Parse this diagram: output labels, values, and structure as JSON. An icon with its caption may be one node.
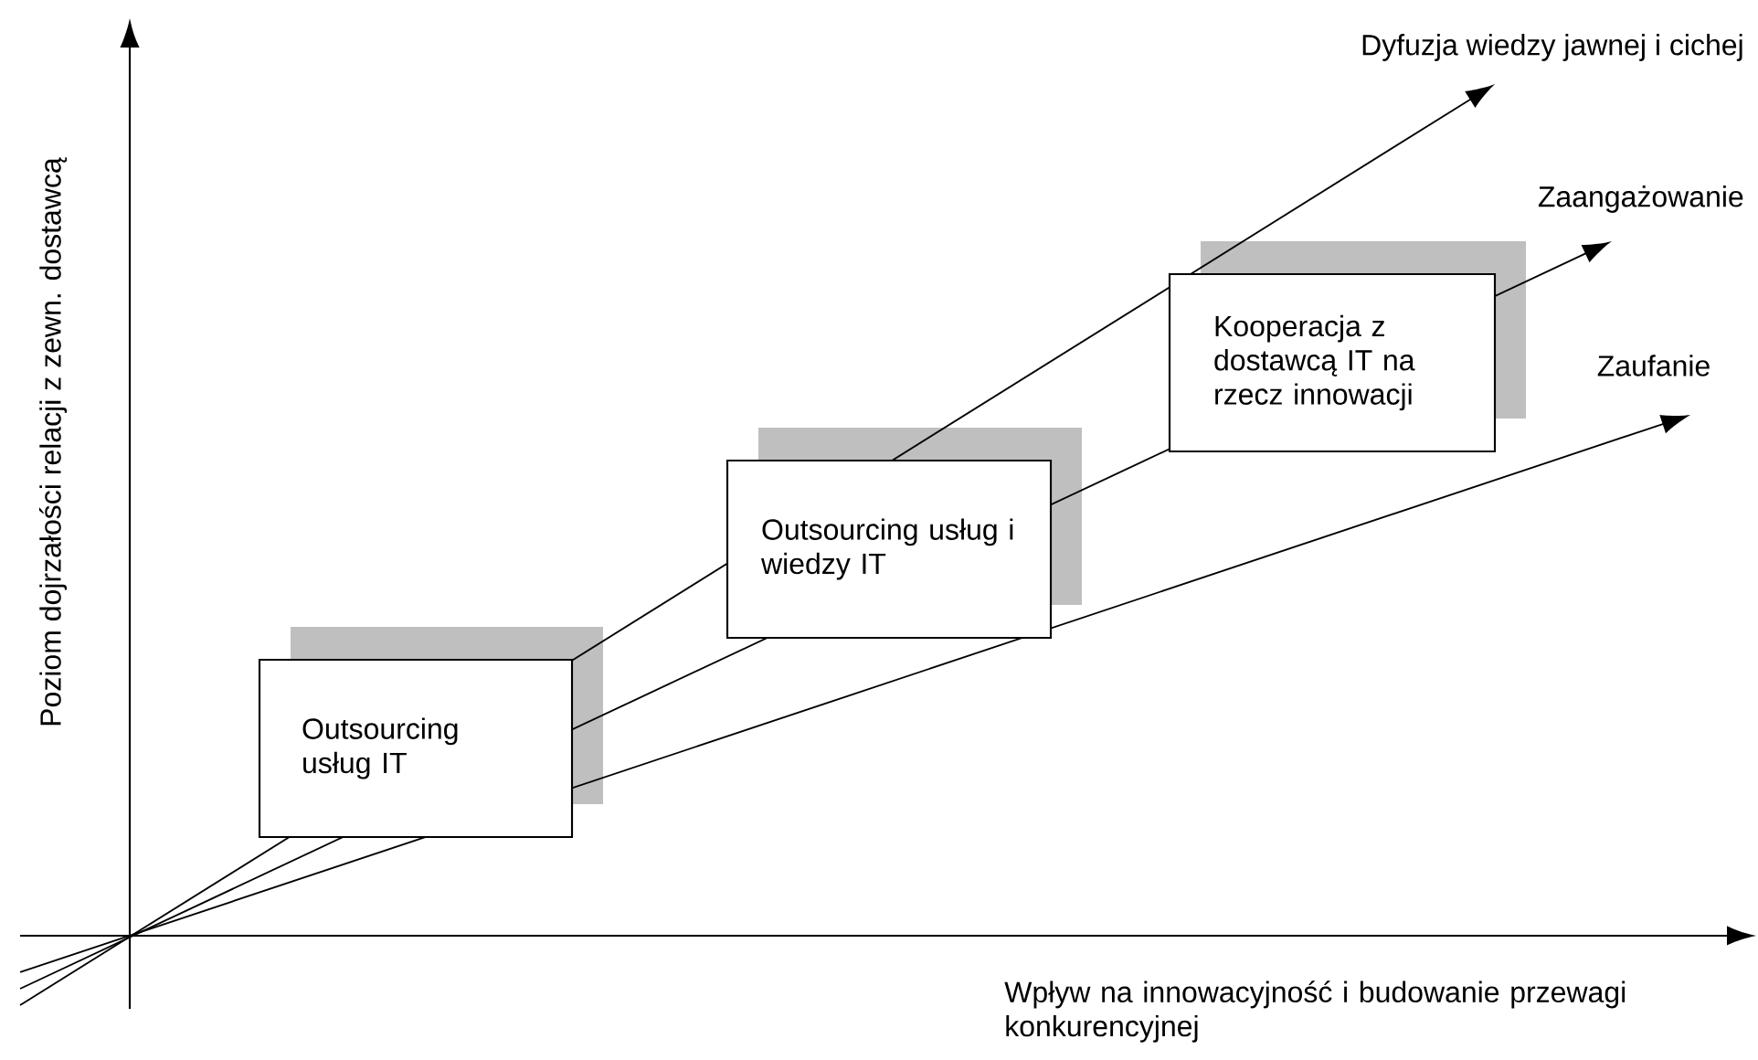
{
  "diagram": {
    "nodes": [
      {
        "text": [
          "Outsourcing usług IT"
        ]
      },
      {
        "text": [
          "Outsourcing usług i wiedzy IT"
        ]
      },
      {
        "text": [
          "Kooperacja z dostawcą IT na rzecz innowacji"
        ]
      },
      {
        "text": [
          "Dyfuzja wiedzy jawnej i cichej"
        ]
      },
      {
        "text": [
          "Zaangażowanie"
        ]
      },
      {
        "text": [
          "Zaufanie"
        ]
      }
    ],
    "edges": [
      {
        "from": null,
        "to": 3,
        "arrow": "to"
      },
      {
        "from": null,
        "to": 4,
        "arrow": "to"
      },
      {
        "from": null,
        "to": 5,
        "arrow": "to"
      }
    ],
    "labels": [
      "Poziom dojrzałości relacji z zewn. dostawcą",
      "Wpływ na innowacyjność i budowanie przewagi konkurencyjnej"
    ]
  }
}
